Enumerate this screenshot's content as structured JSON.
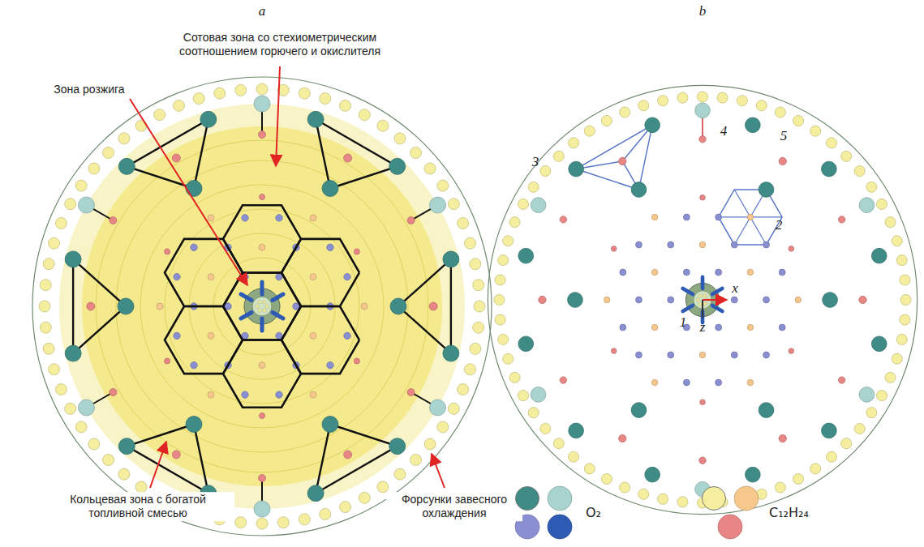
{
  "diagram": {
    "labels": [
      "a",
      "Сотовая зона со стехиометрическим соотношением горючего и окислителя",
      "Зона розжига",
      "Кольцевая зона с богатой топливной смесью",
      "Форсунки завесного охлаждения",
      "b",
      "3",
      "4",
      "5",
      "2",
      "1",
      "x",
      "z"
    ],
    "legend": [
      {
        "text": "O₂",
        "color": "#3f8c87"
      },
      {
        "text": "C₁₂H₂₄",
        "color": "#f4ee9e"
      }
    ]
  }
}
